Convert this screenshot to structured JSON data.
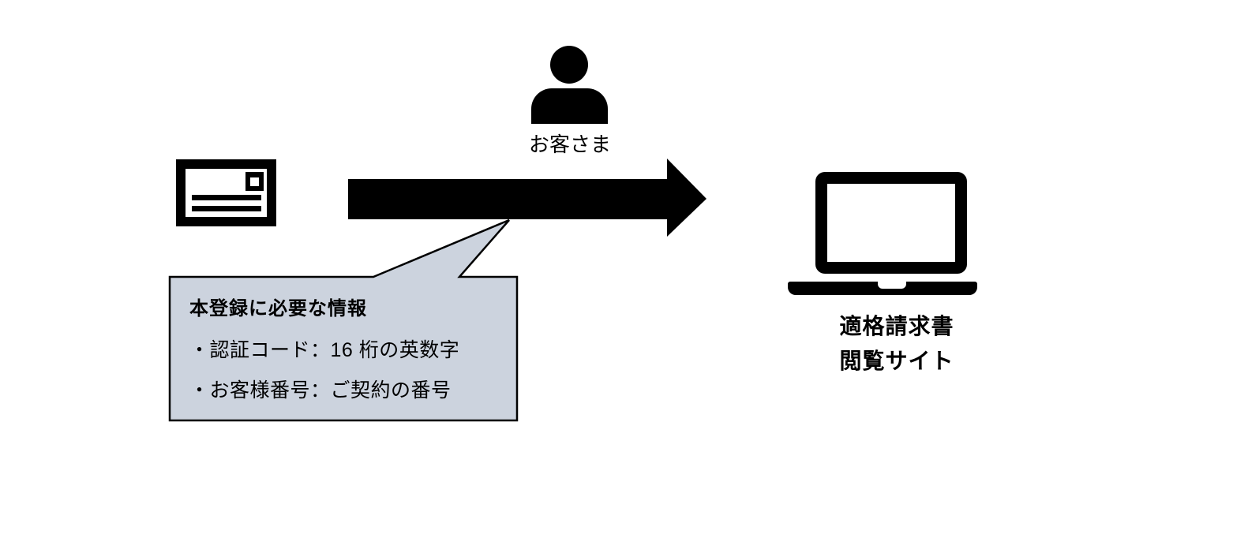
{
  "diagram": {
    "customer_label": "お客さま",
    "mail_icon_name": "mail-envelope-icon",
    "arrow_icon_name": "right-arrow-icon",
    "laptop_icon_name": "laptop-icon",
    "site_label_line1": "適格請求書",
    "site_label_line2": "閲覧サイト",
    "callout": {
      "title": "本登録に必要な情報",
      "items": [
        "・認証コード：16 桁の英数字",
        "・お客様番号：ご契約の番号"
      ]
    },
    "colors": {
      "icon": "#000000",
      "callout_fill": "#ccd3de",
      "callout_border": "#000000",
      "background": "#ffffff"
    }
  }
}
